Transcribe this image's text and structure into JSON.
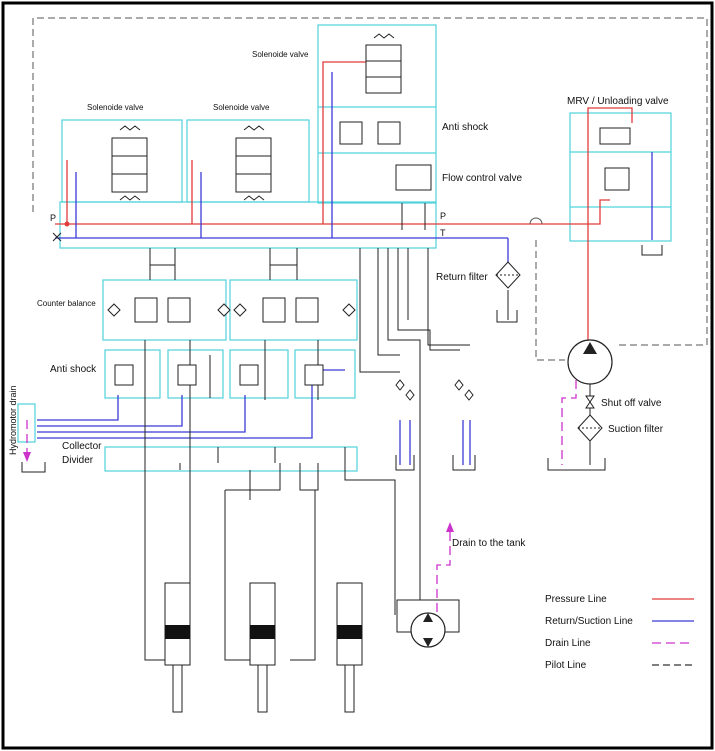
{
  "labels": {
    "solenoid_left": "Solenoide valve",
    "solenoid_mid": "Solenoide valve",
    "solenoid_top": "Solenoide valve",
    "anti_shock_top": "Anti shock",
    "flow_control": "Flow control valve",
    "mrv": "MRV / Unloading valve",
    "port_p_left": "P",
    "port_p_right": "P",
    "port_t_right": "T",
    "return_filter": "Return filter",
    "counter_balance": "Counter balance",
    "anti_shock_bottom": "Anti shock",
    "hydromotor_drain": "Hydromotor drain",
    "collector": "Collector",
    "divider": "Divider",
    "shut_off": "Shut off valve",
    "suction_filter": "Suction filter",
    "drain_tank": "Drain to the tank"
  },
  "legend": [
    {
      "label": "Pressure Line",
      "color": "#e23b3b",
      "style": "solid"
    },
    {
      "label": "Return/Suction Line",
      "color": "#3b3bd6",
      "style": "solid"
    },
    {
      "label": "Drain Line",
      "color": "#cc33cc",
      "style": "dashed"
    },
    {
      "label": "Pilot Line",
      "color": "#333333",
      "style": "dashed"
    }
  ],
  "colors": {
    "pressure": "#e23b3b",
    "return": "#3b3bd6",
    "drain": "#cc33cc",
    "pilot": "#555555",
    "box": "#4fd3dc",
    "line": "#222222"
  }
}
